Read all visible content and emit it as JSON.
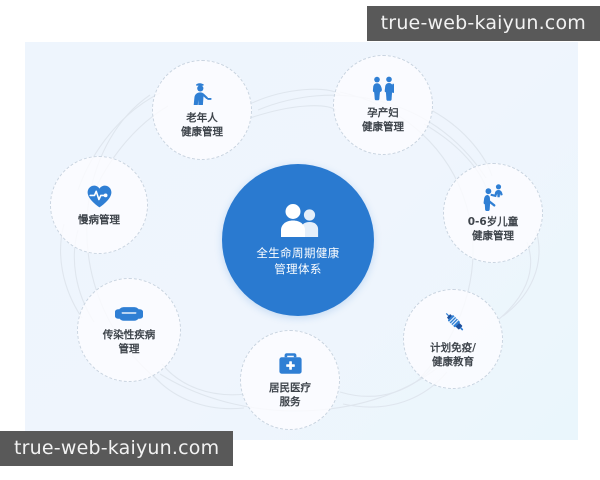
{
  "panel": {
    "background_color": "#eef5fd",
    "accent_color": "#2a7ad0",
    "link_color": "#dde4ec"
  },
  "center": {
    "icon": "two-people-icon",
    "label_line1": "全生命周期健康",
    "label_line2": "管理体系",
    "color": "#2a7ad0"
  },
  "nodes": [
    {
      "id": "elderly",
      "icon": "elderly-person-icon",
      "label_line1": "老年人",
      "label_line2": "健康管理"
    },
    {
      "id": "maternal",
      "icon": "pregnant-couple-icon",
      "label_line1": "孕产妇",
      "label_line2": "健康管理"
    },
    {
      "id": "child",
      "icon": "adult-lifting-child-icon",
      "label_line1": "0-6岁儿童",
      "label_line2": "健康管理"
    },
    {
      "id": "immunization",
      "icon": "syringe-icon",
      "label_line1": "计划免疫/",
      "label_line2": "健康教育"
    },
    {
      "id": "resident",
      "icon": "medical-kit-icon",
      "label_line1": "居民医疗",
      "label_line2": "服务"
    },
    {
      "id": "infectious",
      "icon": "face-mask-icon",
      "label_line1": "传染性疾病",
      "label_line2": "管理"
    },
    {
      "id": "chronic",
      "icon": "heart-pulse-icon",
      "label_line1": "慢病管理",
      "label_line2": ""
    }
  ],
  "watermarks": {
    "top": "true-web-kaiyun.com",
    "bottom": "true-web-kaiyun.com"
  }
}
